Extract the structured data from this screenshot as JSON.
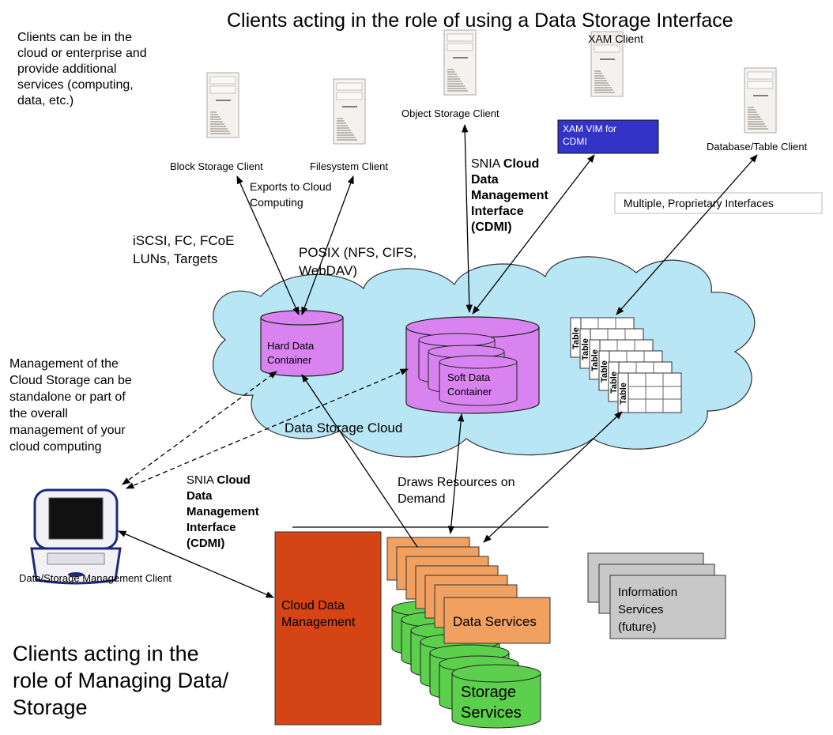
{
  "title": "Clients acting in the role of using a Data Storage Interface",
  "notes": {
    "clients_note": [
      "Clients can be in the",
      "cloud or enterprise and",
      "provide additional",
      "services (computing,",
      "data, etc.)"
    ],
    "management_note": [
      "Management of the",
      "Cloud Storage can be",
      "standalone or part of",
      "the overall",
      "management of your",
      "cloud computing"
    ],
    "bottom_title": [
      "Clients acting in the",
      "role of Managing Data/",
      "Storage"
    ]
  },
  "clients": {
    "block": "Block Storage Client",
    "filesystem": "Filesystem Client",
    "object": "Object Storage Client",
    "xam": "XAM Client",
    "xam_vim": [
      "XAM VIM for",
      "CDMI"
    ],
    "database": "Database/Table Client",
    "mgmt": "Data/Storage Management Client"
  },
  "links": {
    "exports": [
      "Exports to Cloud",
      "Computing"
    ],
    "iscsi": [
      "iSCSI, FC, FCoE",
      "LUNs, Targets"
    ],
    "posix": [
      "POSIX (NFS, CIFS,",
      "WebDAV)"
    ],
    "cdmi_prefix": "SNIA",
    "cdmi_lines": [
      "Cloud",
      "Data",
      "Management",
      "Interface",
      "(CDMI)"
    ],
    "proprietary": "Multiple, Proprietary Interfaces",
    "draws": [
      "Draws Resources on",
      "Demand"
    ]
  },
  "cloud": {
    "label": "Data Storage Cloud",
    "hard_container": [
      "Hard Data",
      "Container"
    ],
    "soft_container": [
      "Soft Data",
      "Container"
    ],
    "table_label": "Table"
  },
  "services": {
    "cloud_mgmt": [
      "Cloud Data",
      "Management"
    ],
    "data_services": "Data Services",
    "storage_services": [
      "Storage",
      "Services"
    ],
    "info_services": [
      "Information",
      "Services",
      "(future)"
    ]
  },
  "colors": {
    "cloud_fill": "#b9e6f4",
    "container_fill": "#d883f0",
    "xam_vim_fill": "#3333c8",
    "mgmt_fill": "#d44414",
    "data_services_fill": "#f1a060",
    "storage_fill": "#5ccf4c",
    "info_fill": "#c8c8c8"
  }
}
